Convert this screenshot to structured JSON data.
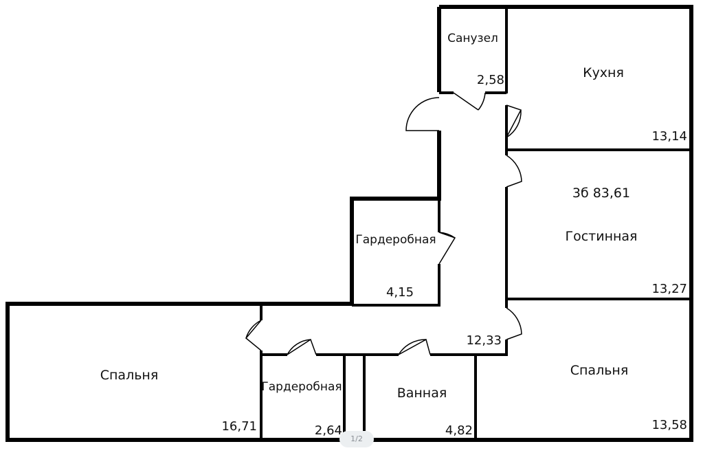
{
  "plan": {
    "rooms": {
      "bathroom_wc": {
        "name": "Санузел",
        "area": "2,58"
      },
      "kitchen": {
        "name": "Кухня",
        "area": "13,14"
      },
      "living": {
        "name": "Гостинная",
        "area": "13,27"
      },
      "wardrobe_upper": {
        "name": "Гардеробная",
        "area": "4,15"
      },
      "corridor": {
        "area": "12,33"
      },
      "bedroom_left": {
        "name": "Спальня",
        "area": "16,71"
      },
      "wardrobe_lower": {
        "name": "Гардеробная",
        "area": "2,64"
      },
      "bath": {
        "name": "Ванная",
        "area": "4,82"
      },
      "bedroom_right": {
        "name": "Спальня",
        "area": "13,58"
      }
    },
    "total": "3б 83,61"
  },
  "viewer": {
    "page_indicator": "1/2"
  }
}
